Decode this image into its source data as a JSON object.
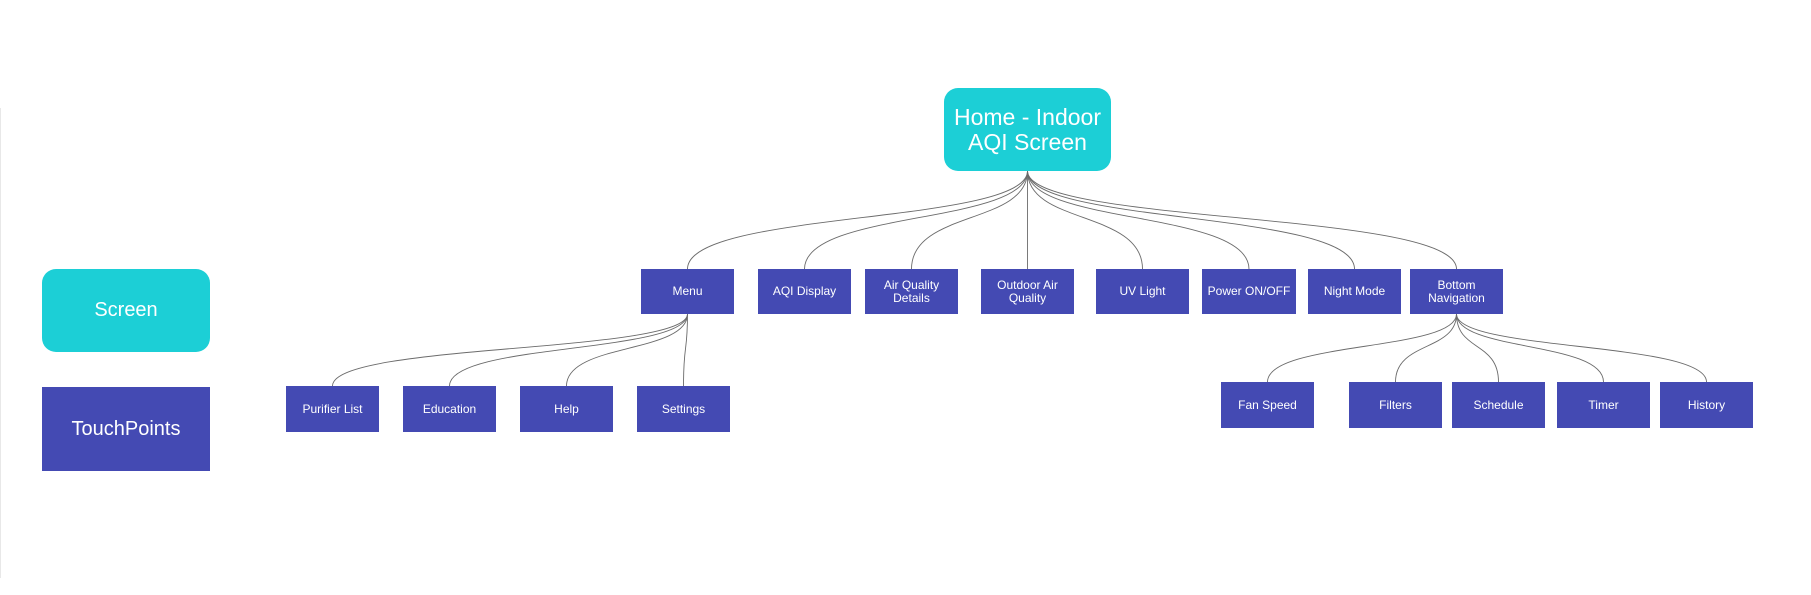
{
  "root": {
    "label": "Home - Indoor\nAQI Screen",
    "color": "#1ccfd6"
  },
  "legend": {
    "screen": {
      "label": "Screen",
      "color": "#1ccfd6"
    },
    "touchpoints": {
      "label": "TouchPoints",
      "color": "#444ab3"
    }
  },
  "level1": [
    {
      "id": "menu",
      "label": "Menu"
    },
    {
      "id": "aqi-display",
      "label": "AQI Display"
    },
    {
      "id": "air-quality-details",
      "label": "Air Quality\nDetails"
    },
    {
      "id": "outdoor-air-quality",
      "label": "Outdoor Air\nQuality"
    },
    {
      "id": "uv-light",
      "label": "UV Light"
    },
    {
      "id": "power-on-off",
      "label": "Power ON/OFF"
    },
    {
      "id": "night-mode",
      "label": "Night Mode"
    },
    {
      "id": "bottom-navigation",
      "label": "Bottom\nNavigation"
    }
  ],
  "menu_children": [
    {
      "id": "purifier-list",
      "label": "Purifier List"
    },
    {
      "id": "education",
      "label": "Education"
    },
    {
      "id": "help",
      "label": "Help"
    },
    {
      "id": "settings",
      "label": "Settings"
    }
  ],
  "bottom_nav_children": [
    {
      "id": "fan-speed",
      "label": "Fan Speed"
    },
    {
      "id": "filters",
      "label": "Filters"
    },
    {
      "id": "schedule",
      "label": "Schedule"
    },
    {
      "id": "timer",
      "label": "Timer"
    },
    {
      "id": "history",
      "label": "History"
    }
  ],
  "colors": {
    "screen": "#1ccfd6",
    "touchpoint": "#444ab3",
    "edge": "#6b6b6b"
  }
}
